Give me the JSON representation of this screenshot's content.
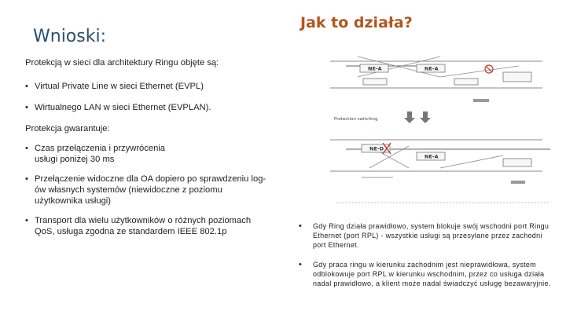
{
  "slide": {
    "title": "Wnioski:",
    "diagram_title": "Jak to działa?"
  },
  "left": {
    "intro1": "Protekcją w sieci dla architektury Ringu objęte są:",
    "b1": "Virtual Private Line w sieci Ethernet (EVPL)",
    "b2": "Wirtualnego LAN w sieci Ethernet (EVPLAN).",
    "intro2": "Protekcja gwarantuje:",
    "b3": "Czas przełączenia i przywrócenia usługi poniżej 30 ms",
    "b4": "Przełączenie widoczne dla OA dopiero po sprawdzeniu log-ów własnych systemów (niewidoczne z poziomu użytkownika usługi)",
    "b5": "Transport dla wielu użytkowników o różnych poziomach QoS, usługa zgodna ze standardem IEEE 802.1p"
  },
  "right": {
    "b1": "Gdy Ring działa prawidłowo, system blokuje swój wschodni port Ringu Ethernet (port RPL) - wszystkie usługi są przesyłane przez zachodni port Ethernet.",
    "b2": "Gdy praca ringu w kierunku zachodnim jest nieprawidłowa, system odblokowuje port RPL w kierunku wschodnim, przez co usługa działa nadal prawidłowo, a klient może nadal świadczyć usługę bezawaryjnie."
  },
  "diagram": {
    "node_top_left": "NE-A",
    "node_top_mid": "NE-A",
    "node_bottom_left": "NE-D",
    "node_bottom_mid": "NE-A",
    "protection_label": "Protection switching"
  },
  "colors": {
    "title": "#2a4f6e",
    "diagram_title": "#b2561e",
    "block": "#c0392b",
    "link": "#555555"
  }
}
